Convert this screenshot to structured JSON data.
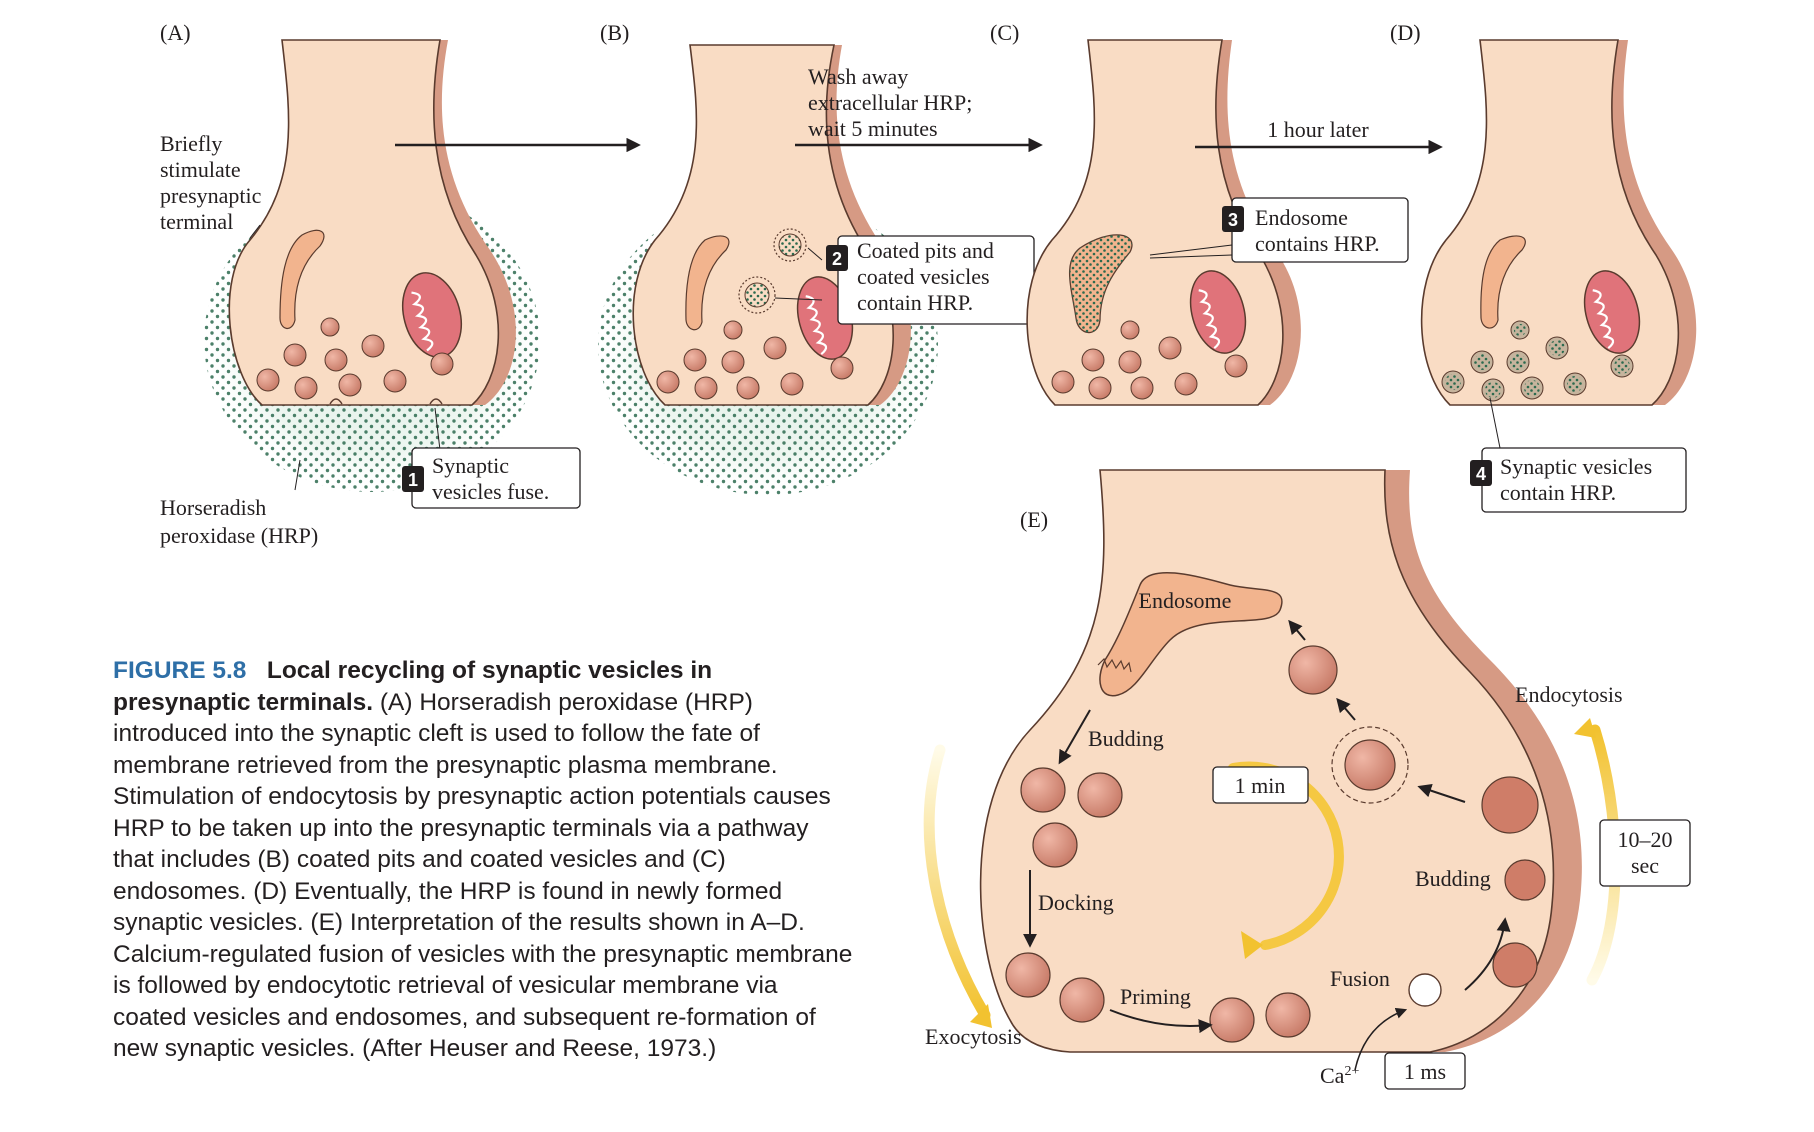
{
  "panels": {
    "a": {
      "letter": "(A)",
      "stimulate": [
        "Briefly",
        "stimulate",
        "presynaptic",
        "terminal"
      ],
      "hrp": [
        "Horseradish",
        "peroxidase (HRP)"
      ],
      "step_num": "1",
      "step_text": [
        "Synaptic",
        "vesicles fuse."
      ]
    },
    "b": {
      "letter": "(B)",
      "step_num": "2",
      "step_text": [
        "Coated pits and",
        "coated vesicles",
        "contain HRP."
      ]
    },
    "c": {
      "letter": "(C)",
      "arrow_text": [
        "Wash away",
        "extracellular HRP;",
        "wait 5 minutes"
      ],
      "step_num": "3",
      "step_text": [
        "Endosome",
        "contains HRP."
      ]
    },
    "d": {
      "letter": "(D)",
      "arrow_text": "1 hour later",
      "step_num": "4",
      "step_text": [
        "Synaptic vesicles",
        "contain HRP."
      ]
    },
    "e": {
      "letter": "(E)",
      "endosome": "Endosome",
      "budding_top": "Budding",
      "budding_right": "Budding",
      "docking": "Docking",
      "priming": "Priming",
      "fusion": "Fusion",
      "exocytosis": "Exocytosis",
      "endocytosis": "Endocytosis",
      "calcium": "Ca",
      "calcium_sup": "2+",
      "time_cycle": "1 min",
      "time_endo": [
        "10–20",
        "sec"
      ],
      "time_fusion": "1 ms"
    }
  },
  "caption": {
    "figure_number": "FIGURE 5.8",
    "title": "Local recycling of synaptic vesicles in presynaptic terminals.",
    "body": "(A) Horseradish peroxidase (HRP) introduced into the synaptic cleft is used to follow the fate of membrane retrieved from the presynaptic plasma membrane. Stimulation of endocytosis by presynaptic action potentials causes HRP to be taken up into the presynaptic terminals via a pathway that includes (B) coated pits and coated vesicles and (C) endosomes. (D) Eventually, the HRP is found in newly formed synaptic vesicles. (E) Interpretation of the results shown in A–D. Calcium-regulated fusion of vesicles with the presynaptic membrane is followed by endocytotic retrieval of vesicular membrane via coated vesicles and endosomes, and subsequent re-formation of new synaptic vesicles. (After Heuser and Reese, 1973.)"
  },
  "colors": {
    "terminal_fill": "#f9dcc4",
    "terminal_shadow": "#d69a84",
    "terminal_outline": "#5a3b2e",
    "vesicle": "#d88f7d",
    "mitochondrion": "#e0737a",
    "hrp_dots": "#2c6a4f",
    "hrp_glow": "#dceee4",
    "arrow_yellow": "#f5c842",
    "caption_blue": "#2e6fa7"
  }
}
